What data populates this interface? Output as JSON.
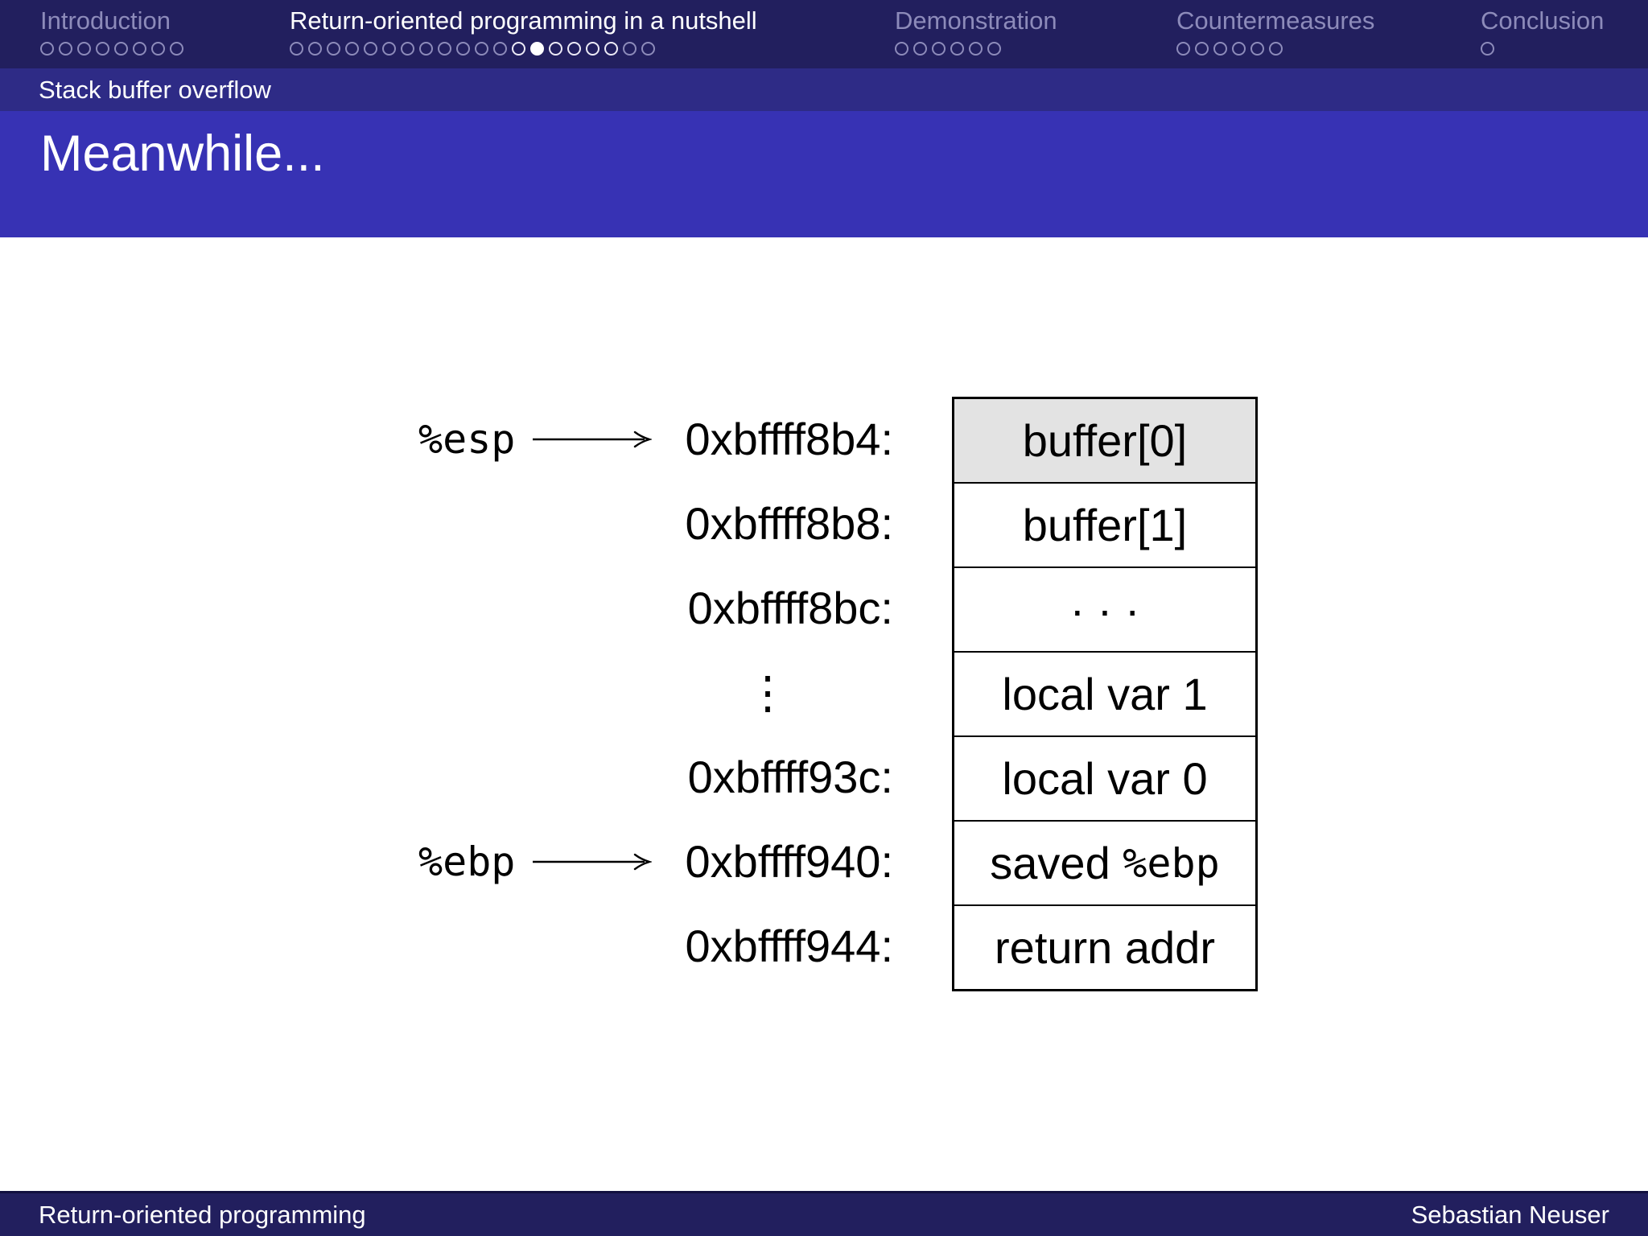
{
  "header": {
    "sections": [
      {
        "title": "Introduction",
        "active": false,
        "dots": [
          "dim",
          "dim",
          "dim",
          "dim",
          "dim",
          "dim",
          "dim",
          "dim"
        ]
      },
      {
        "title": "Return-oriented programming in a nutshell",
        "active": true,
        "dots": [
          "dim",
          "dim",
          "dim",
          "dim",
          "dim",
          "dim",
          "dim",
          "dim",
          "dim",
          "dim",
          "dim",
          "dim",
          "bright",
          "filled",
          "bright",
          "bright",
          "bright",
          "bright",
          "dim",
          "dim"
        ]
      },
      {
        "title": "Demonstration",
        "active": false,
        "dots": [
          "dim",
          "dim",
          "dim",
          "dim",
          "dim",
          "dim"
        ]
      },
      {
        "title": "Countermeasures",
        "active": false,
        "dots": [
          "dim",
          "dim",
          "dim",
          "dim",
          "dim",
          "dim"
        ]
      },
      {
        "title": "Conclusion",
        "active": false,
        "dots": [
          "dim"
        ]
      }
    ]
  },
  "subsection": {
    "title": "Stack buffer overflow"
  },
  "frame": {
    "title": "Meanwhile..."
  },
  "stack": {
    "rows": [
      {
        "address": "0xbffff8b4:",
        "cell": "buffer[0]",
        "shaded": true,
        "pointer": "%esp"
      },
      {
        "address": "0xbffff8b8:",
        "cell": "buffer[1]"
      },
      {
        "address": "0xbffff8bc:",
        "cell": "· · ·"
      },
      {
        "address": "⋮",
        "vdots": true,
        "cell": "local var 1"
      },
      {
        "address": "0xbffff93c:",
        "cell": "local var 0"
      },
      {
        "address": "0xbffff940:",
        "cell_parts": [
          {
            "text": "saved "
          },
          {
            "text": "%ebp",
            "mono": true
          }
        ],
        "cell": "saved %ebp",
        "pointer": "%ebp"
      },
      {
        "address": "0xbffff944:",
        "cell": "return addr"
      }
    ]
  },
  "footer": {
    "left": "Return-oriented programming",
    "right": "Sebastian Neuser"
  },
  "colors": {
    "nav_bg": "#221f5e",
    "subsection_bg": "#2e2b86",
    "frametitle_bg": "#3732b4",
    "footer_bg": "#221f5e",
    "nav_text_dim": "#8d8bba",
    "nav_text_active": "#ffffff",
    "dot_dim": "#8d8bba",
    "dot_bright": "#eceaf6",
    "dot_fill": "#ffffff",
    "body_bg": "#ffffff",
    "text": "#000000",
    "shaded_cell_bg": "#e3e3e3",
    "border": "#000000"
  }
}
